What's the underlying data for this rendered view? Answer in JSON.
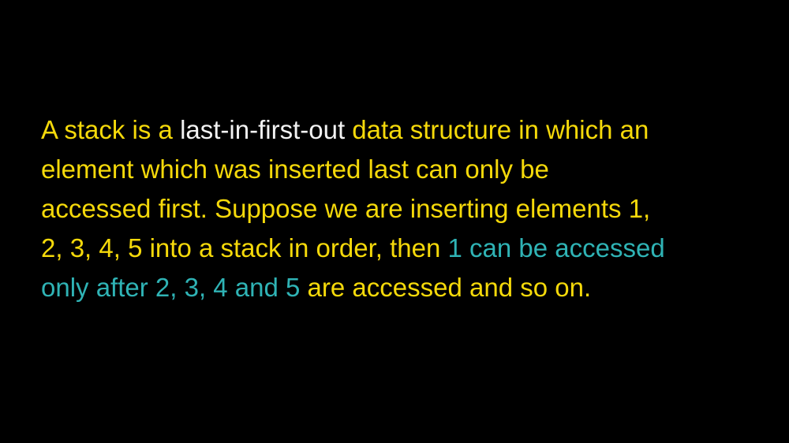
{
  "colors": {
    "background": "#000000",
    "primary_text": "#f5d90a",
    "highlight_white": "#f2f2f2",
    "highlight_teal": "#2fb3b5"
  },
  "paragraph": {
    "line1": {
      "a": "A stack is a ",
      "b": "last-in-first-out",
      "c": " data structure in which an"
    },
    "line2": "element which was inserted last can only be",
    "line3": "accessed first. Suppose we are inserting elements 1,",
    "line4": {
      "a": "2, 3, 4, 5 into a stack in order, then ",
      "b": "1 can be accessed"
    },
    "line5": {
      "a": "only after 2, 3, 4 and 5",
      "b": " are accessed and so on."
    }
  }
}
